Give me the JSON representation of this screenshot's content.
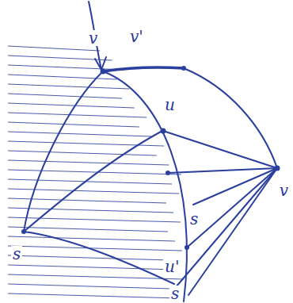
{
  "diagram": {
    "labels": [
      "v",
      "v'",
      "u",
      "v",
      "u'",
      "s",
      "s",
      "s"
    ]
  }
}
